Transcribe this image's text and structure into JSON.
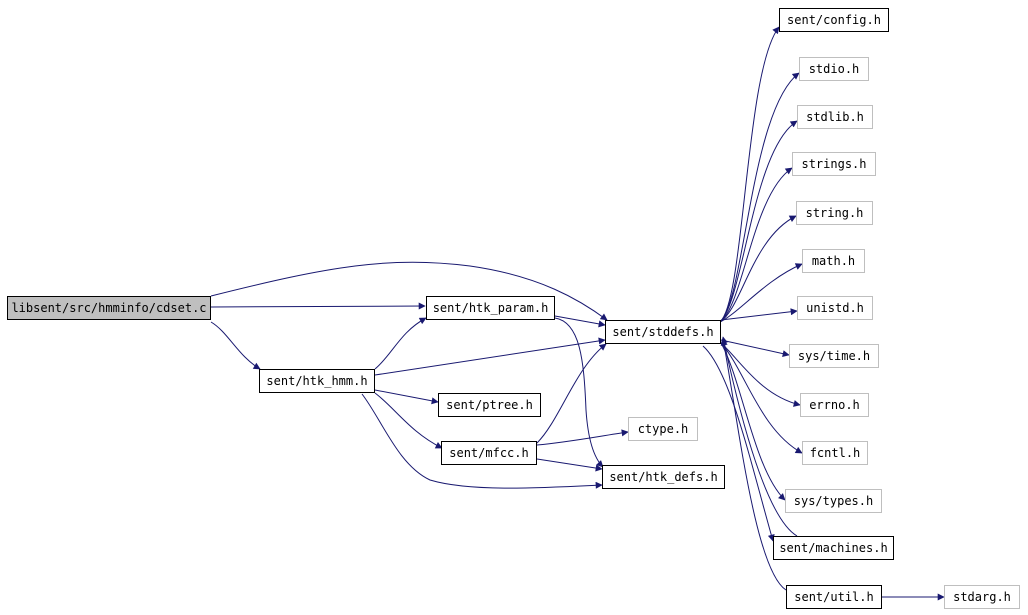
{
  "diagram": {
    "type": "include-dependency-graph",
    "edge_color": "#191970",
    "root_fill": "#bfbfbf",
    "external_border": "#bfbfbf",
    "nodes": [
      {
        "id": "cdset",
        "label": "libsent/src/hmminfo/cdset.c",
        "kind": "root"
      },
      {
        "id": "htk_param",
        "label": "sent/htk_param.h",
        "kind": "header"
      },
      {
        "id": "htk_hmm",
        "label": "sent/htk_hmm.h",
        "kind": "header"
      },
      {
        "id": "stddefs",
        "label": "sent/stddefs.h",
        "kind": "header"
      },
      {
        "id": "ptree",
        "label": "sent/ptree.h",
        "kind": "header"
      },
      {
        "id": "mfcc",
        "label": "sent/mfcc.h",
        "kind": "header"
      },
      {
        "id": "ctype",
        "label": "ctype.h",
        "kind": "external"
      },
      {
        "id": "htk_defs",
        "label": "sent/htk_defs.h",
        "kind": "header"
      },
      {
        "id": "config",
        "label": "sent/config.h",
        "kind": "header"
      },
      {
        "id": "stdio",
        "label": "stdio.h",
        "kind": "external"
      },
      {
        "id": "stdlib",
        "label": "stdlib.h",
        "kind": "external"
      },
      {
        "id": "strings",
        "label": "strings.h",
        "kind": "external"
      },
      {
        "id": "string",
        "label": "string.h",
        "kind": "external"
      },
      {
        "id": "math",
        "label": "math.h",
        "kind": "external"
      },
      {
        "id": "unistd",
        "label": "unistd.h",
        "kind": "external"
      },
      {
        "id": "systime",
        "label": "sys/time.h",
        "kind": "external"
      },
      {
        "id": "errno",
        "label": "errno.h",
        "kind": "external"
      },
      {
        "id": "fcntl",
        "label": "fcntl.h",
        "kind": "external"
      },
      {
        "id": "systypes",
        "label": "sys/types.h",
        "kind": "external"
      },
      {
        "id": "machines",
        "label": "sent/machines.h",
        "kind": "header"
      },
      {
        "id": "util",
        "label": "sent/util.h",
        "kind": "header"
      },
      {
        "id": "stdarg",
        "label": "stdarg.h",
        "kind": "external"
      }
    ],
    "edges": [
      {
        "from": "cdset",
        "to": "stddefs"
      },
      {
        "from": "cdset",
        "to": "htk_param"
      },
      {
        "from": "cdset",
        "to": "htk_hmm"
      },
      {
        "from": "htk_param",
        "to": "stddefs"
      },
      {
        "from": "htk_param",
        "to": "htk_defs"
      },
      {
        "from": "htk_hmm",
        "to": "htk_param"
      },
      {
        "from": "htk_hmm",
        "to": "stddefs"
      },
      {
        "from": "htk_hmm",
        "to": "ptree"
      },
      {
        "from": "htk_hmm",
        "to": "mfcc"
      },
      {
        "from": "htk_hmm",
        "to": "htk_defs"
      },
      {
        "from": "mfcc",
        "to": "stddefs"
      },
      {
        "from": "mfcc",
        "to": "ctype"
      },
      {
        "from": "mfcc",
        "to": "htk_defs"
      },
      {
        "from": "stddefs",
        "to": "config"
      },
      {
        "from": "stddefs",
        "to": "stdio"
      },
      {
        "from": "stddefs",
        "to": "stdlib"
      },
      {
        "from": "stddefs",
        "to": "strings"
      },
      {
        "from": "stddefs",
        "to": "string"
      },
      {
        "from": "stddefs",
        "to": "math"
      },
      {
        "from": "stddefs",
        "to": "unistd"
      },
      {
        "from": "stddefs",
        "to": "systime"
      },
      {
        "from": "stddefs",
        "to": "errno"
      },
      {
        "from": "stddefs",
        "to": "fcntl"
      },
      {
        "from": "stddefs",
        "to": "systypes"
      },
      {
        "from": "stddefs",
        "to": "machines"
      },
      {
        "from": "stddefs",
        "to": "util"
      },
      {
        "from": "machines",
        "to": "stddefs"
      },
      {
        "from": "util",
        "to": "stddefs"
      },
      {
        "from": "util",
        "to": "stdarg"
      }
    ]
  }
}
